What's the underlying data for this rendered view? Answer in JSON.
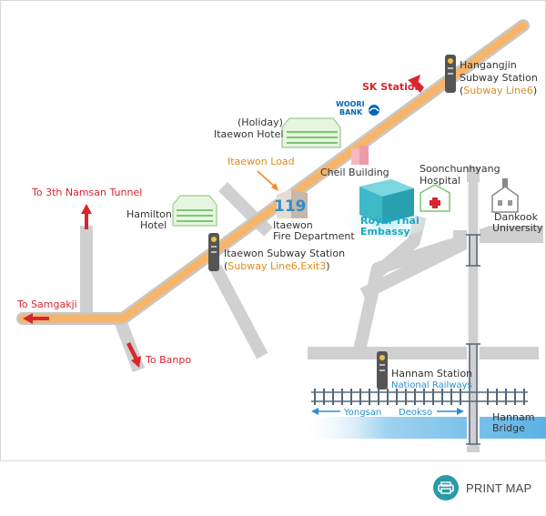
{
  "labels": {
    "hangangjin_1": "Hangangjin",
    "hangangjin_2": "Subway Station",
    "hangangjin_line_open": "(",
    "hangangjin_line": "Subway Line6",
    "hangangjin_line_close": ")",
    "sk_station": "SK Station",
    "woori_1": "WOORI",
    "woori_2": "BANK",
    "holiday_1": "(Holiday)",
    "holiday_2": "Itaewon Hotel",
    "itaewon_load": "Itaewon Load",
    "cheil": "Cheil Building",
    "soonchun_1": "Soonchunhyang",
    "soonchun_2": "Hospital",
    "dankook_1": "Dankook",
    "dankook_2": "University",
    "namsan": "To 3th Namsan Tunnel",
    "hamilton_1": "Hamilton",
    "hamilton_2": "Hotel",
    "fire_1": "Itaewon",
    "fire_2": "Fire Department",
    "fire_code": "119",
    "royal_1": "Royal Thai",
    "royal_2": "Embassy",
    "itaewon_station": "Itaewon Subway Station",
    "itaewon_line_open": "(",
    "itaewon_line": "Subway Line6,Exit3",
    "itaewon_line_close": ")",
    "samgakji": "To Samgakji",
    "banpo": "To Banpo",
    "hannam_station": "Hannam Station",
    "national_railways": "National Railways",
    "yongsan": "Yongsan",
    "deokso": "Deokso",
    "hannam_1": "Hannam",
    "hannam_2": "Bridge"
  },
  "print": {
    "label": "PRINT MAP",
    "icon": "printer-icon"
  },
  "colors": {
    "main_road": "#f6b56a",
    "road": "#cfcfcf",
    "red_arrow": "#d8262e",
    "river": "#2a8fd0",
    "rail": "#556677",
    "building_green": "#7cc576",
    "embassy": "#3fb8c8",
    "print_button": "#2a9aa8"
  }
}
